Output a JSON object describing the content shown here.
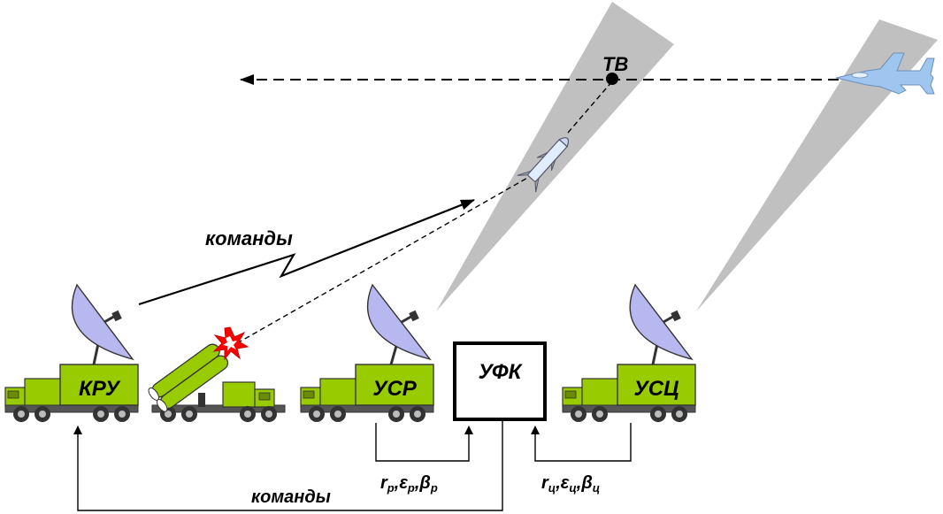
{
  "diagram": {
    "intercept_point_label": "ТВ",
    "command_link_label": "команды",
    "feedback_commands_label": "команды",
    "processor_label": "УФК",
    "units": {
      "command_station": "КРУ",
      "missile_tracker": "УСР",
      "target_tracker": "УСЦ"
    },
    "missile_coords": {
      "r": "r",
      "e": "ε",
      "b": "β",
      "sub": "р"
    },
    "target_coords": {
      "r": "r",
      "e": "ε",
      "b": "β",
      "sub": "ц"
    },
    "colors": {
      "vehicle_green": "#99cc00",
      "vehicle_outline": "#333333",
      "dish_fill": "#b8b8f0",
      "beam_gray": "#c0c0c0",
      "aircraft_blue": "#9ec6ee",
      "explosion_red": "#ff0000"
    }
  }
}
